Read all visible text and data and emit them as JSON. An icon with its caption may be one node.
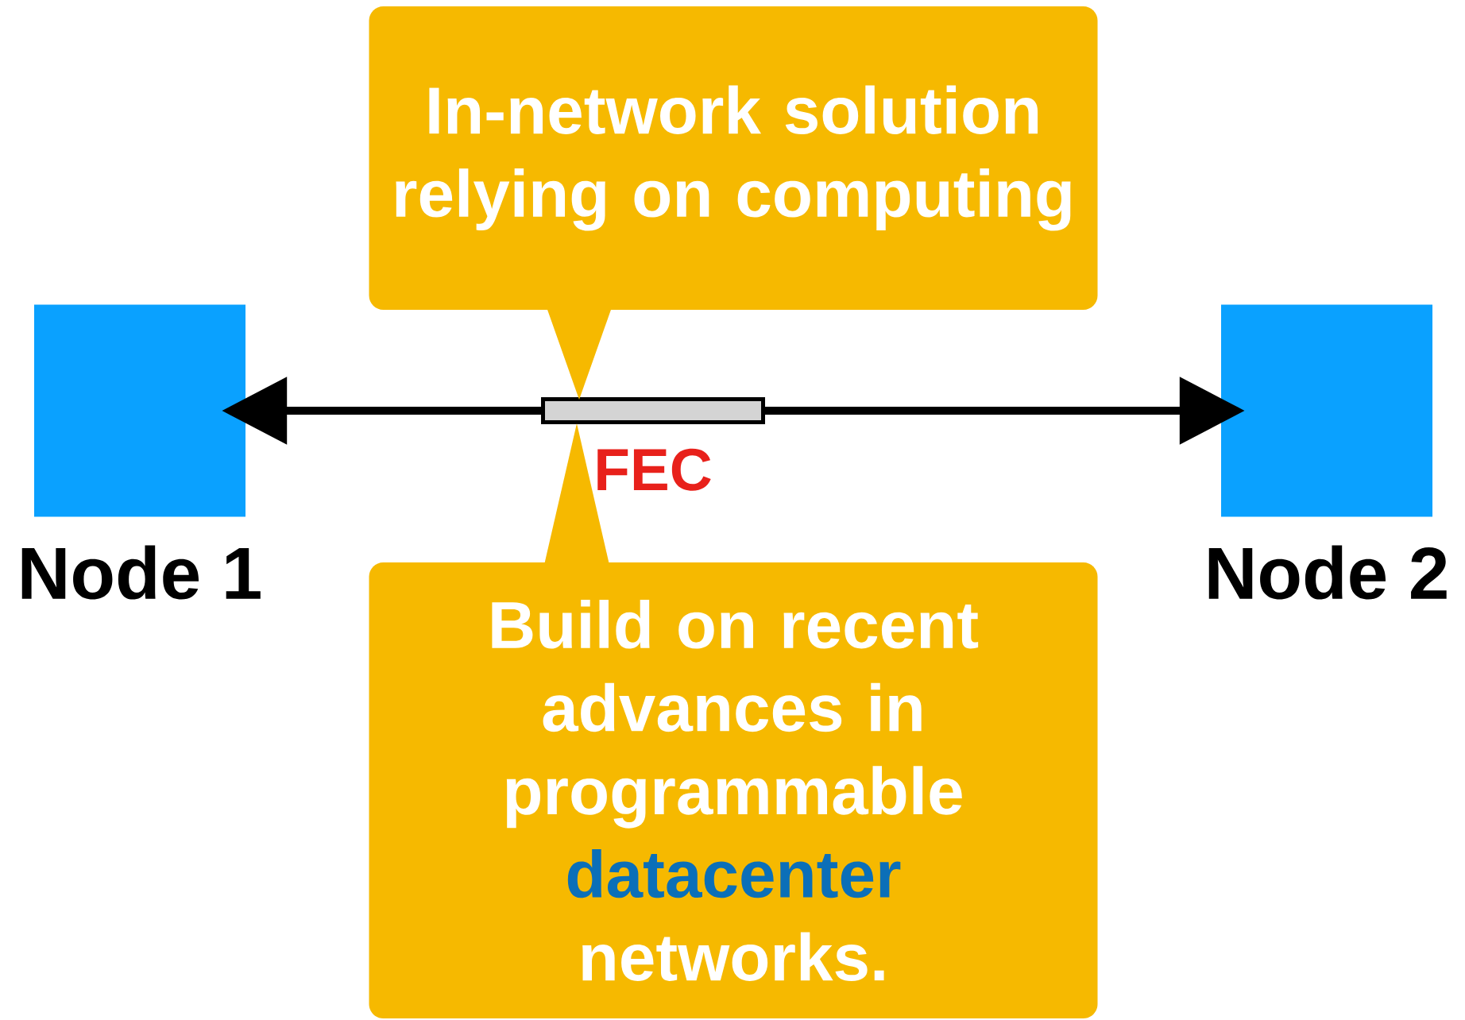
{
  "diagram": {
    "nodes": [
      {
        "text": [
          "Node 1"
        ]
      },
      {
        "text": [
          "Node 2"
        ]
      },
      {
        "text": [],
        "shape": "bar",
        "beside": [
          "FEC"
        ]
      },
      {
        "text": [
          "In-network solution relying on computing"
        ]
      },
      {
        "text": [
          "Build on recent advances in programmable **datacenter** networks."
        ]
      }
    ],
    "edges": [
      {
        "from": 2,
        "to": 0,
        "arrow": "to"
      },
      {
        "from": 2,
        "to": 1,
        "arrow": "to"
      }
    ]
  }
}
